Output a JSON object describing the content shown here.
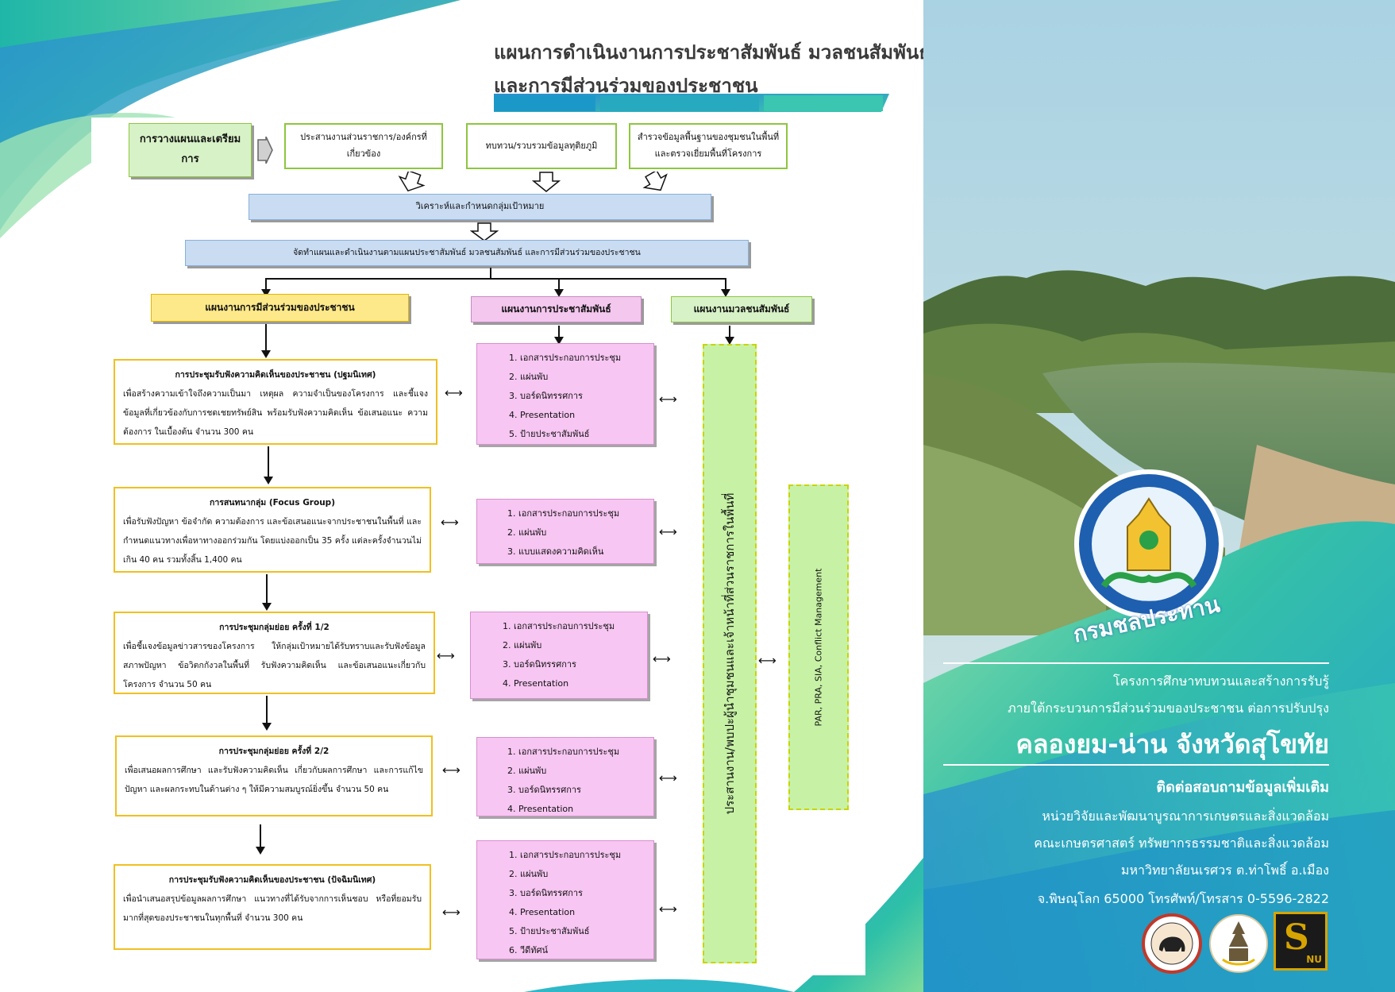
{
  "header": {
    "title_line1": "แผนการดำเนินงานการประชาสัมพันธ์ มวลชนสัมพันธ์",
    "title_line2": "และการมีส่วนร่วมของประชาชน"
  },
  "flow": {
    "planning_box": "การวางแผนและเตรียมการ",
    "step1": "ประสานงานส่วนราชการ/องค์กรที่เกี่ยวข้อง",
    "step2": "ทบทวน/รวบรวมข้อมูลทุติยภูมิ",
    "step3": "สำรวจข้อมูลพื้นฐานของชุมชนในพื้นที่และตรวจเยี่ยมพื้นที่โครงการ",
    "analysis_bar": "วิเคราะห์และกำหนดกลุ่มเป้าหมาย",
    "implement_bar": "จัดทำแผนและดำเนินงานตามแผนประชาสัมพันธ์ มวลชนสัมพันธ์ และการมีส่วนร่วมของประชาชน",
    "col_participation": "แผนงานการมีส่วนร่วมของประชาชน",
    "col_pr": "แผนงานการประชาสัมพันธ์",
    "col_mass": "แผนงานมวลชนสัมพันธ์",
    "meetings": [
      {
        "title": "การประชุมรับฟังความคิดเห็นของประชาชน (ปฐมนิเทศ)",
        "body": "เพื่อสร้างความเข้าใจถึงความเป็นมา เหตุผล ความจำเป็นของโครงการ และชี้แจงข้อมูลที่เกี่ยวข้องกับการชดเชยทรัพย์สิน พร้อมรับฟังความคิดเห็น ข้อเสนอแนะ ความต้องการ ในเบื้องต้น จำนวน 300 คน"
      },
      {
        "title": "การสนทนากลุ่ม (Focus Group)",
        "body": "เพื่อรับฟังปัญหา ข้อจำกัด ความต้องการ และข้อเสนอแนะจากประชาชนในพื้นที่ และกำหนดแนวทางเพื่อหาทางออกร่วมกัน โดยแบ่งออกเป็น 35 ครั้ง แต่ละครั้งจำนวนไม่เกิน 40 คน รวมทั้งสิ้น 1,400 คน"
      },
      {
        "title": "การประชุมกลุ่มย่อย ครั้งที่ 1/2",
        "body": "เพื่อชี้แจงข้อมูลข่าวสารของโครงการ ให้กลุ่มเป้าหมายได้รับทราบและรับฟังข้อมูล สภาพปัญหา ข้อวิตกกังวลในพื้นที่ รับฟังความคิดเห็น และข้อเสนอแนะเกี่ยวกับโครงการ จำนวน 50 คน"
      },
      {
        "title": "การประชุมกลุ่มย่อย ครั้งที่ 2/2",
        "body": "เพื่อเสนอผลการศึกษา และรับฟังความคิดเห็น เกี่ยวกับผลการศึกษา และการแก้ไขปัญหา และผลกระทบในด้านต่าง ๆ ให้มีความสมบูรณ์ยิ่งขึ้น จำนวน 50 คน"
      },
      {
        "title": "การประชุมรับฟังความคิดเห็นของประชาชน (ปัจฉิมนิเทศ)",
        "body": "เพื่อนำเสนอสรุปข้อมูลผลการศึกษา แนวทางที่ได้รับจากการเห็นชอบ หรือที่ยอมรับมากที่สุดของประชาชนในทุกพื้นที่ จำนวน 300 คน"
      }
    ],
    "pr_lists": [
      [
        "1. เอกสารประกอบการประชุม",
        "2. แผ่นพับ",
        "3. บอร์ดนิทรรศการ",
        "4. Presentation",
        "5. ป้ายประชาสัมพันธ์"
      ],
      [
        "1. เอกสารประกอบการประชุม",
        "2. แผ่นพับ",
        "3. แบบแสดงความคิดเห็น"
      ],
      [
        "1. เอกสารประกอบการประชุม",
        "2. แผ่นพับ",
        "3. บอร์ดนิทรรศการ",
        "4. Presentation"
      ],
      [
        "1. เอกสารประกอบการประชุม",
        "2. แผ่นพับ",
        "3. บอร์ดนิทรรศการ",
        "4. Presentation"
      ],
      [
        "1. เอกสารประกอบการประชุม",
        "2. แผ่นพับ",
        "3. บอร์ดนิทรรศการ",
        "4. Presentation",
        "5. ป้ายประชาสัมพันธ์",
        "6. วีดีทัศน์"
      ]
    ],
    "mass_vertical": "ประสานงาน/พบปะผู้นำชุมชนและเจ้าหน้าที่ส่วนราชการในพื้นที่",
    "tools_vertical": "PAR, PRA, SIA, Conflict Management"
  },
  "cover": {
    "agency_name": "กรมชลประทาน",
    "project_line1": "โครงการศึกษาทบทวนและสร้างการรับรู้",
    "project_line2": "ภายใต้กระบวนการมีส่วนร่วมของประชาชน ต่อการปรับปรุง",
    "project_title": "คลองยม-น่าน จังหวัดสุโขทัย",
    "contact_heading": "ติดต่อสอบถามข้อมูลเพิ่มเติม",
    "contact_lines": [
      "หน่วยวิจัยและพัฒนาบูรณาการเกษตรและสิ่งแวดล้อม",
      "คณะเกษตรศาสตร์ ทรัพยากรธรรมชาติและสิ่งแวดล้อม",
      "มหาวิทยาลัยนเรศวร ต.ท่าโพธิ์ อ.เมือง",
      "จ.พิษณุโลก 65000 โทรศัพท์/โทรสาร 0-5596-2822"
    ],
    "logo_nu_text": "NU"
  },
  "colors": {
    "teal": "#2fb8a8",
    "green": "#8dc63f",
    "blue": "#3aa0d8",
    "pink_box": "#f7c6f2",
    "yellow_border": "#f0c020"
  }
}
